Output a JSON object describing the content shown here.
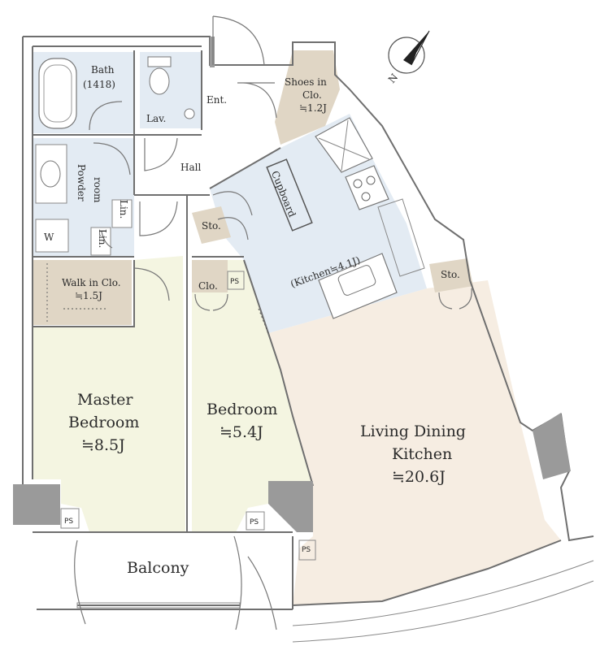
{
  "rooms": {
    "bath": {
      "name": "Bath",
      "size": "(1418)"
    },
    "lav": {
      "name": "Lav."
    },
    "entrance": {
      "name": "Ent."
    },
    "shoes_closet": {
      "name": "Shoes in",
      "name2": "Clo.",
      "size": "≒1.2J"
    },
    "hall": {
      "name": "Hall"
    },
    "powder_room": {
      "name": "Powder",
      "name2": "room"
    },
    "linen_1": {
      "name": "Lin."
    },
    "linen_2": {
      "name": "Lin."
    },
    "washer": {
      "name": "W"
    },
    "cupboard": {
      "name": "Cupboard"
    },
    "storage_1": {
      "name": "Sto."
    },
    "storage_2": {
      "name": "Sto."
    },
    "kitchen": {
      "name": "(Kitchen≒4.1J)"
    },
    "walk_in_closet": {
      "name": "Walk in Clo.",
      "size": "≒1.5J"
    },
    "closet": {
      "name": "Clo."
    },
    "master_bedroom": {
      "name": "Master",
      "name2": "Bedroom",
      "size": "≒8.5J"
    },
    "bedroom": {
      "name": "Bedroom",
      "size": "≒5.4J"
    },
    "ldk": {
      "name": "Living Dining",
      "name2": "Kitchen",
      "size": "≒20.6J"
    },
    "balcony": {
      "name": "Balcony"
    }
  },
  "pipe_spaces": [
    "PS",
    "PS",
    "PS",
    "PS"
  ],
  "compass": {
    "label": "N"
  },
  "colors": {
    "wet_area": "#e3ebf3",
    "bedroom": "#f4f5e1",
    "living": "#f6ede2",
    "storage": "#e0d6c5",
    "wall": "#9a9a9a"
  }
}
